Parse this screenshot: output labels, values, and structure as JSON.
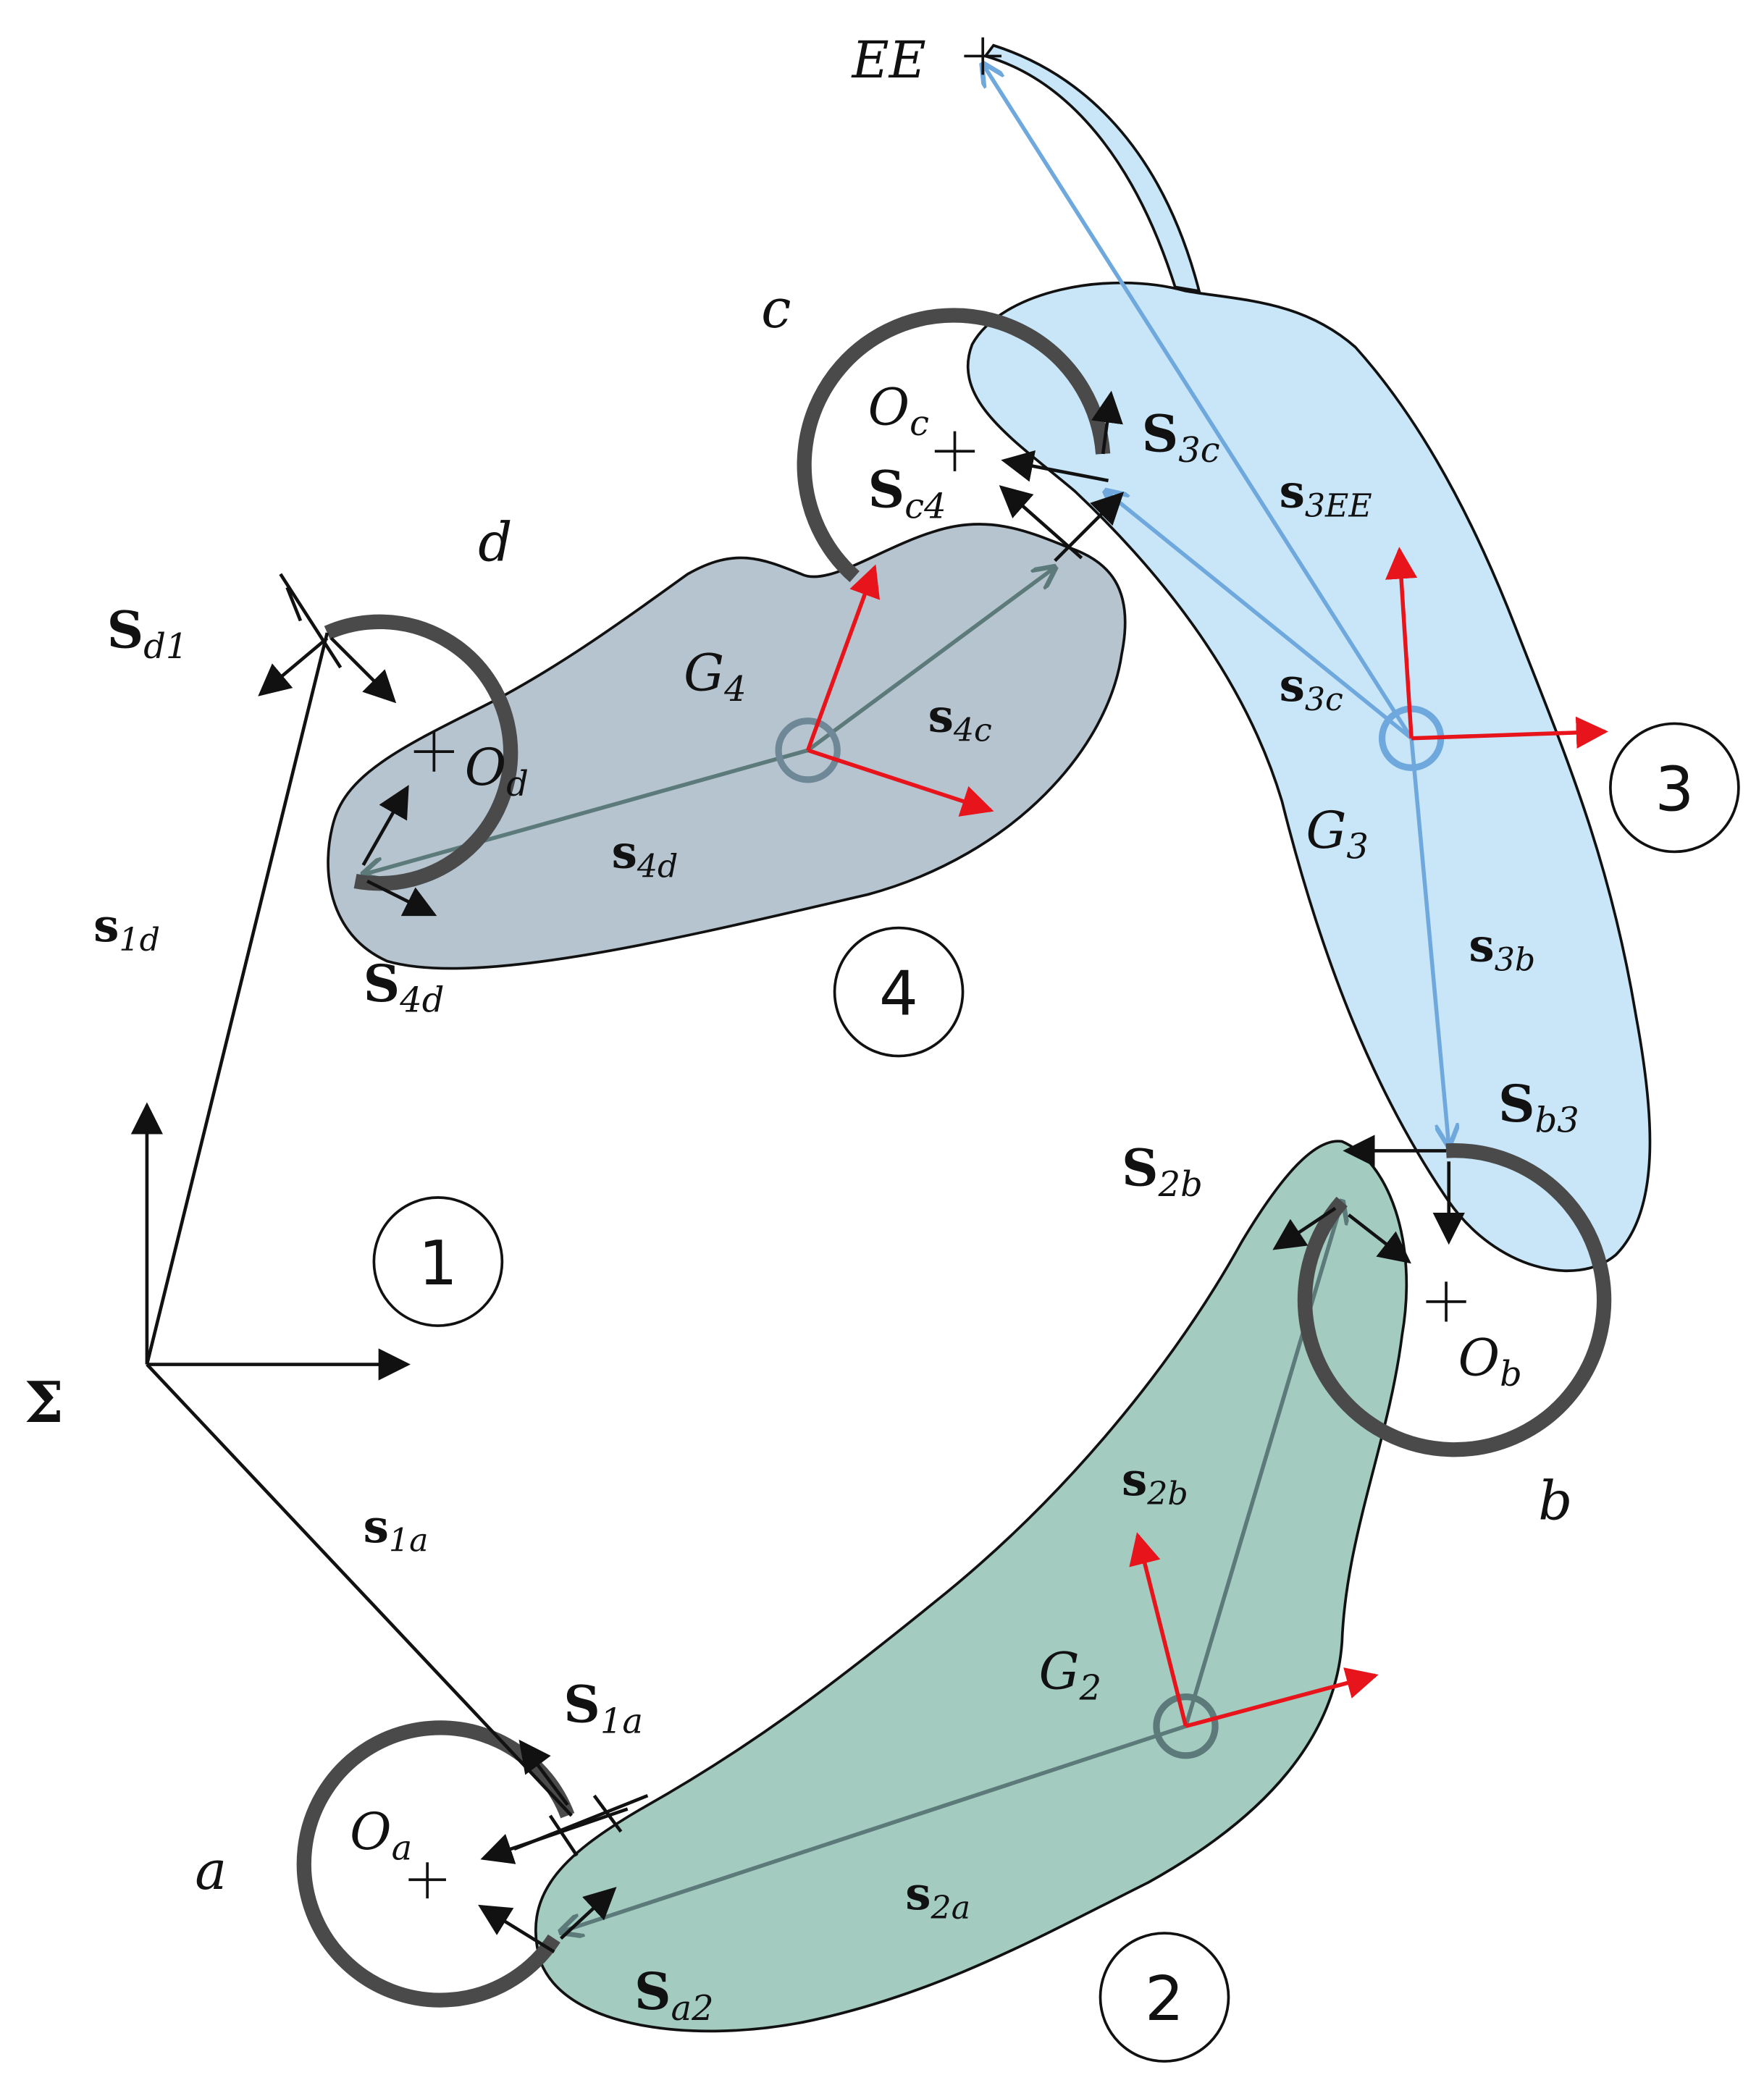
{
  "colors": {
    "body2_fill": "#a3cbc0",
    "body3_fill": "#c8e6f8",
    "body4_fill": "#b5c4cf",
    "joint_ring": "#4a4a4a",
    "axis_red": "#e8141c",
    "vector_blue": "#6ea8dc",
    "outline": "#111111"
  },
  "icons": {
    "joint": "ring-joint-icon",
    "com": "center-of-mass-icon",
    "arrow": "arrowhead-icon"
  },
  "labels": {
    "Sigma": "Σ",
    "a": "a",
    "b": "b",
    "c": "c",
    "d": "d",
    "Oa": "O",
    "Oa_sub": "a",
    "Ob": "O",
    "Ob_sub": "b",
    "Oc": "O",
    "Oc_sub": "c",
    "Od": "O",
    "Od_sub": "d",
    "G2": "G",
    "G2_sub": "2",
    "G3": "G",
    "G3_sub": "3",
    "G4": "G",
    "G4_sub": "4",
    "EE": "EE",
    "S1a": "S",
    "S1a_sub": "1a",
    "Sa2": "S",
    "Sa2_sub": "a2",
    "S2b": "S",
    "S2b_sub": "2b",
    "Sb3": "S",
    "Sb3_sub": "b3",
    "S3c": "S",
    "S3c_sub": "3c",
    "Sc4": "S",
    "Sc4_sub": "c4",
    "S4d": "S",
    "S4d_sub": "4d",
    "Sd1": "S",
    "Sd1_sub": "d1",
    "s1a": "s",
    "s1a_sub": "1a",
    "s1d": "s",
    "s1d_sub": "1d",
    "s2a": "s",
    "s2a_sub": "2a",
    "s2b": "s",
    "s2b_sub": "2b",
    "s3b": "s",
    "s3b_sub": "3b",
    "s3c": "s",
    "s3c_sub": "3c",
    "s3EE": "s",
    "s3EE_sub": "3EE",
    "s4c": "s",
    "s4c_sub": "4c",
    "s4d": "s",
    "s4d_sub": "4d",
    "body1": "1",
    "body2": "2",
    "body3": "3",
    "body4": "4"
  }
}
